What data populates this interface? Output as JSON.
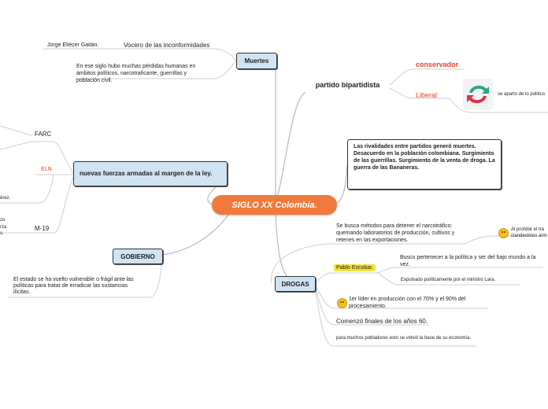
{
  "central": {
    "title": "SIGLO XX Colombia."
  },
  "muertes": {
    "label": "Muertes",
    "item1": "Jorge Eliécer Gaitán.",
    "item1b": "Vocero de las inconformidades",
    "item2": "En ese siglo hubo muchas pérdidas humanas en ámbitos políticos, narcotraficante, guerrillas y población civil."
  },
  "partido": {
    "label": "partido bipartidista",
    "conservador": "conservador",
    "liberal": "Liberal",
    "liberal_note": "se aparto de lo politico",
    "icon": "recycle-icon"
  },
  "rivalidades": {
    "text": "Las rivalidades entre partidos generó muertes. Desacuerdo en la población colombiana. Surgimiento de las guerrillas. Surgimiento de la venta de droga.              La guerra de las Bananeras."
  },
  "fuerzas": {
    "label": "nuevas fuerzas armadas al margen de la ley.",
    "farc": "FARC",
    "eln": "ELN",
    "eln_note": "érez.",
    "m19": "M-19",
    "m19_note1": "zo",
    "m19_note2": "rza",
    "m19_note3": "s."
  },
  "gobierno": {
    "label": "GOBIERNO",
    "text": "El estado se ha vuelto vulnerable o frágil ante las políticas para tratar de erradicar las sustancias ilícitas."
  },
  "drogas": {
    "label": "DROGAS",
    "item1": "Se busca métodos para detener el narcotráfico: quemando laboratorios de producción, cultivos y retenes en las exportaciones.",
    "item1_note": "Al prohibir  el tra clandestinos arm",
    "escobar": "Pablo Escobar.",
    "escobar_a": "Busco pertenecer a la política y ser del bajo mundo a la vez.",
    "escobar_b": "Expulsado políticamente por el ministro Lara.",
    "item3": "1er líder en producción con el 70% y el 90% del procesamiento.",
    "item4": "Comenzó finales de los años 60.",
    "item5": "para muchos pobladores esto se volvió la base de su economía."
  },
  "colors": {
    "central": "#f07a3c",
    "node_blue": "#cfe3f3",
    "red_label": "#e8462a",
    "badge": "#f5e23a"
  }
}
